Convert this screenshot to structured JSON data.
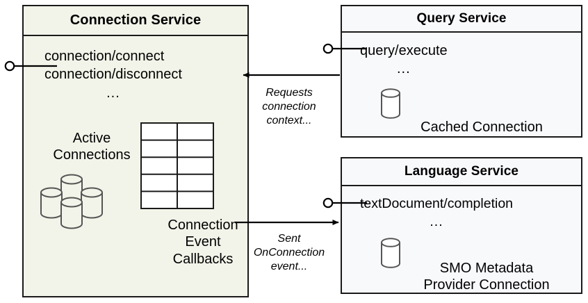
{
  "diagram": {
    "title": "Connection Service interaction diagram",
    "colors": {
      "connection_service_fill": "#f2f4e9",
      "service_fill": "#f8f9fb",
      "stroke": "#1a1a1a",
      "cylinder_stroke": "#555555",
      "background": "#ffffff"
    }
  },
  "connection_service": {
    "title": "Connection Service",
    "operations": [
      "connection/connect",
      "connection/disconnect"
    ],
    "ellipsis": "...",
    "active_connections_label": "Active\nConnections",
    "active_connections_line1": "Active",
    "active_connections_line2": "Connections",
    "callbacks_label_line1": "Connection",
    "callbacks_label_line2": "Event",
    "callbacks_label_line3": "Callbacks",
    "table": {
      "rows": 5,
      "columns": 2
    },
    "cylinder_count": 4,
    "lollipop": "provided-interface"
  },
  "query_service": {
    "title": "Query Service",
    "operations": [
      "query/execute"
    ],
    "ellipsis": "...",
    "store_label": "Cached Connection",
    "lollipop": "provided-interface"
  },
  "language_service": {
    "title": "Language Service",
    "operations": [
      "textDocument/completion"
    ],
    "ellipsis": "...",
    "store_label_line1": "SMO Metadata",
    "store_label_line2": "Provider Connection",
    "lollipop": "provided-interface"
  },
  "connectors": [
    {
      "id": "query-to-connection",
      "from": "query_service",
      "to": "connection_service",
      "label_line1": "Requests",
      "label_line2": "connection",
      "label_line3": "context...",
      "direction": "left"
    },
    {
      "id": "connection-to-language",
      "from": "connection_service",
      "to": "language_service",
      "label_line1": "Sent",
      "label_line2": "OnConnection",
      "label_line3": "event...",
      "direction": "right"
    }
  ]
}
